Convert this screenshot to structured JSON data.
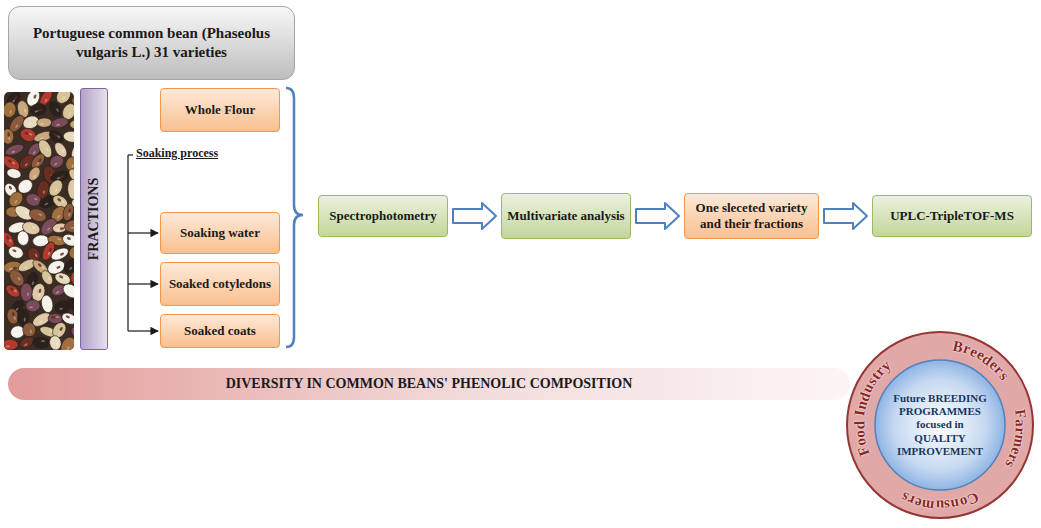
{
  "diagram": {
    "nodes": [
      {
        "text": [
          "Portuguese common bean (Phaseolus vulgaris L.) 31 varieties"
        ]
      },
      {
        "text": [
          "FRACTIONS"
        ]
      },
      {
        "text": [
          "Whole Flour"
        ]
      },
      {
        "text": [
          "Soaking water"
        ]
      },
      {
        "text": [
          "Soaked cotyledons"
        ]
      },
      {
        "text": [
          "Soaked coats"
        ]
      },
      {
        "text": [
          "Spectrophotometry"
        ]
      },
      {
        "text": [
          "Multivariate analysis"
        ]
      },
      {
        "text": [
          "One sleceted variety and their fractions"
        ]
      },
      {
        "text": [
          "UPLC-TripleTOF-MS"
        ]
      },
      {
        "text": [
          "DIVERSITY IN COMMON BEANS' PHENOLIC COMPOSITION"
        ]
      },
      {
        "text": [
          "Breeders",
          "Farmers",
          "Consumers",
          "Food Industry"
        ]
      },
      {
        "text": [
          "Future BREEDING PROGRAMMES focused in QUALITY IMPROVEMENT"
        ],
        "in": 11
      }
    ],
    "edges": [
      {
        "from": 6,
        "to": 7,
        "arrow": "to"
      },
      {
        "from": 7,
        "to": 8,
        "arrow": "to"
      },
      {
        "from": 8,
        "to": 9,
        "arrow": "to"
      }
    ],
    "labels": [
      "Soaking process"
    ]
  }
}
